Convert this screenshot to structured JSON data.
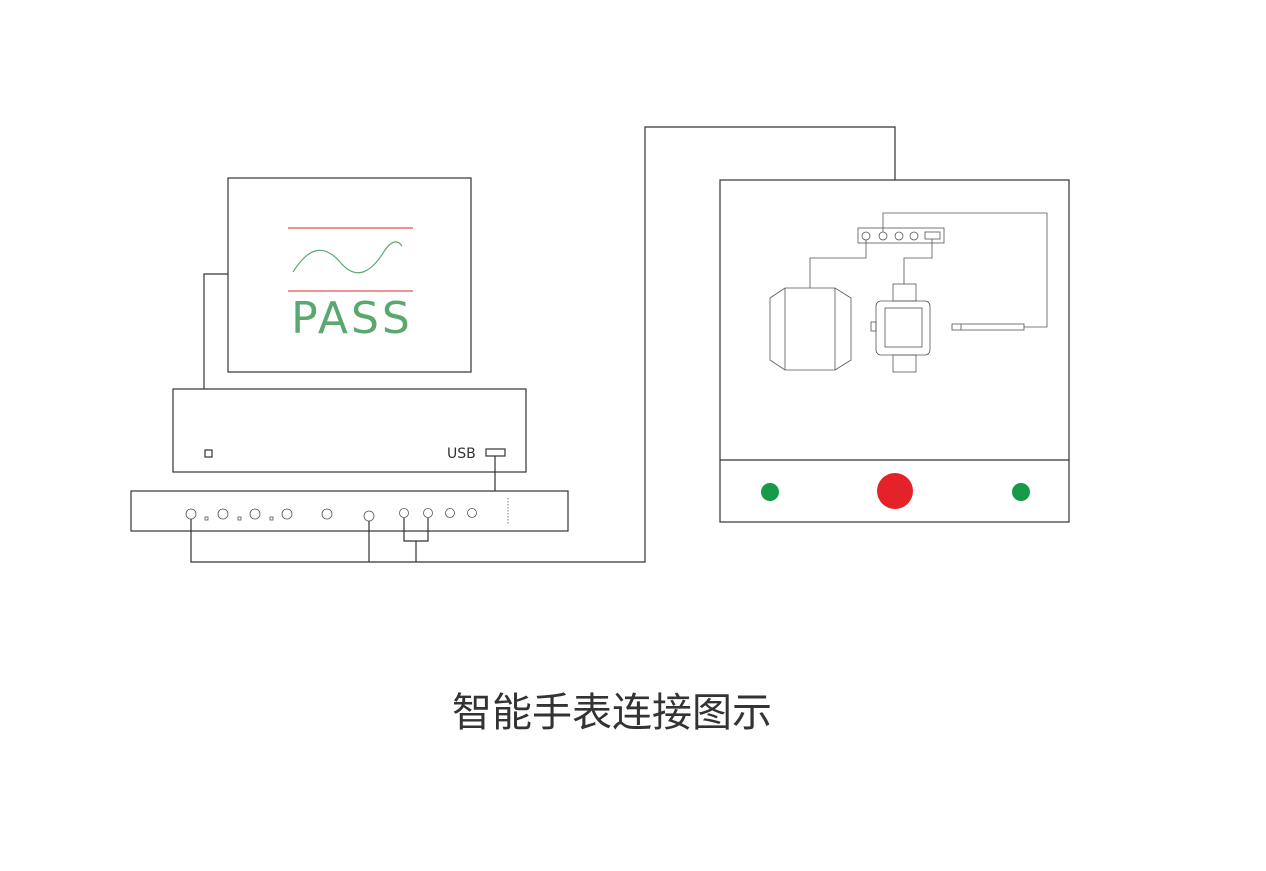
{
  "monitor": {
    "status_text": "PASS",
    "limit_line_color": "#e0262b",
    "wave_color": "#5aa86e"
  },
  "pc": {
    "port_label": "USB"
  },
  "fixture": {
    "indicator_left_color": "#149a48",
    "button_color": "#e3222a",
    "indicator_right_color": "#149a48"
  },
  "caption": "智能手表连接图示"
}
